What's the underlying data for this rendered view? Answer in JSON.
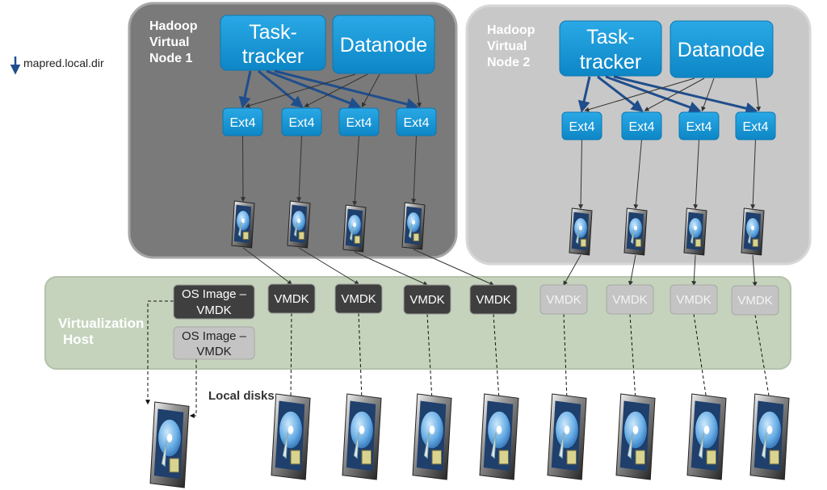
{
  "legend": {
    "label": "mapred.local.dir"
  },
  "node1": {
    "title": [
      "Hadoop",
      "Virtual",
      "Node 1"
    ],
    "tasktracker": [
      "Task-",
      "tracker"
    ],
    "datanode": "Datanode",
    "ext": [
      "Ext4",
      "Ext4",
      "Ext4",
      "Ext4"
    ]
  },
  "node2": {
    "title": [
      "Hadoop",
      "Virtual",
      "Node 2"
    ],
    "tasktracker": [
      "Task-",
      "tracker"
    ],
    "datanode": "Datanode",
    "ext": [
      "Ext4",
      "Ext4",
      "Ext4",
      "Ext4"
    ]
  },
  "host": {
    "title": [
      "Virtualization",
      "Host"
    ],
    "os_image_dark": [
      "OS Image –",
      "VMDK"
    ],
    "os_image_light": [
      "OS Image –",
      "VMDK"
    ],
    "vmdk_dark": [
      "VMDK",
      "VMDK",
      "VMDK",
      "VMDK"
    ],
    "vmdk_light": [
      "VMDK",
      "VMDK",
      "VMDK",
      "VMDK"
    ]
  },
  "local_disks": {
    "caption": "Local disks"
  },
  "colors": {
    "node1_bg": "#7a7a7a",
    "node2_bg": "#c8c8c8",
    "host_bg": "#c5d3bc",
    "blue_box": "#1b9bd8",
    "arrow_blue": "#1f4e8c",
    "vmdk_dark": "#3f3f3f",
    "vmdk_light": "#c4c4c4"
  }
}
